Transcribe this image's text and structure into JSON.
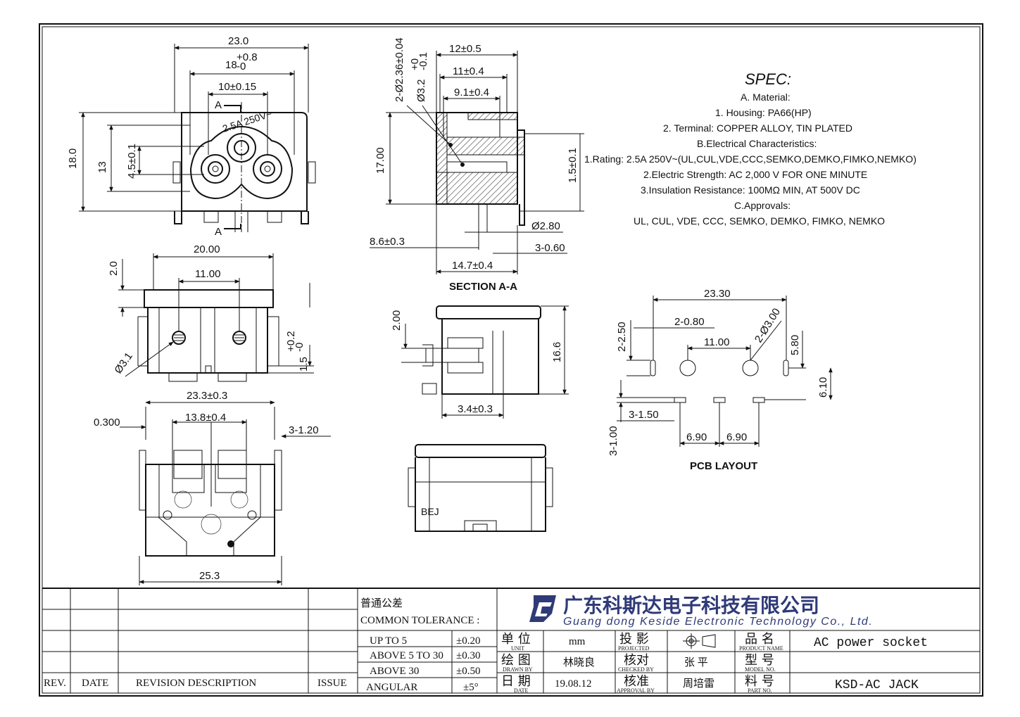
{
  "drawing": {
    "front_view": {
      "dims": [
        "23.0",
        "18",
        "+0.8",
        "-0",
        "10±0.15",
        "18.0",
        "13",
        "4.5±0.1",
        "2.5A 250V~"
      ],
      "section_marks": [
        "A",
        "A"
      ]
    },
    "top_view": {
      "dims": [
        "20.00",
        "11.00",
        "2.0",
        "Ø3.1",
        "1.5",
        "+0.2",
        "-0"
      ]
    },
    "bottom_view": {
      "dims": [
        "23.3±0.3",
        "13.8±0.4",
        "0.300",
        "3-1.20",
        "25.3"
      ]
    },
    "section_view": {
      "dims": [
        "12±0.5",
        "11±0.4",
        "9.1±0.4",
        "2-Ø2.36±0.04",
        "Ø3.2",
        "+0",
        "-0.1",
        "17.00",
        "1.5±0.1",
        "Ø2.80",
        "8.6±0.3",
        "3-0.60",
        "14.7±0.4"
      ],
      "label": "SECTION A-A"
    },
    "side_view": {
      "dims": [
        "2.00",
        "16.6",
        "3.4±0.3"
      ]
    },
    "pcb_layout": {
      "dims": [
        "23.30",
        "2-0.80",
        "2-Ø3.00",
        "2-2.50",
        "11.00",
        "5.80",
        "6.10",
        "3-1.50",
        "3-1.00",
        "6.90",
        "6.90"
      ],
      "label": "PCB LAYOUT"
    }
  },
  "spec": {
    "title": "SPEC:",
    "lines": [
      "A. Material:",
      "1.  Housing: PA66(HP)",
      "2.  Terminal: COPPER ALLOY, TIN PLATED",
      "B.Electrical Characteristics:",
      "1.Rating: 2.5A 250V~(UL,CUL,VDE,CCC,SEMKO,DEMKO,FIMKO,NEMKO)",
      "2.Electric Strength: AC 2,000 V FOR ONE MINUTE",
      "3.Insulation Resistance: 100MΩ MIN, AT 500V DC",
      "C.Approvals:",
      "UL, CUL, VDE, CCC, SEMKO, DEMKO, FIMKO, NEMKO"
    ]
  },
  "title_block": {
    "revision_headers": [
      "REV.",
      "DATE",
      "REVISION  DESCRIPTION",
      "ISSUE"
    ],
    "tolerance": {
      "title_cn": "普通公差",
      "title_en": "COMMON TOLERANCE :",
      "rows": [
        {
          "range": "UP TO 5",
          "value": "±0.20"
        },
        {
          "range": "ABOVE 5 TO 30",
          "value": "±0.30"
        },
        {
          "range": "ABOVE 30",
          "value": "±0.50"
        },
        {
          "range": "ANGULAR",
          "value": "±5°"
        }
      ]
    },
    "company_cn": "广东科斯达电子科技有限公司",
    "company_en": "Guang dong Keside  Electronic Technology Co., Ltd.",
    "fields": {
      "unit_cn": "单 位",
      "unit_en": "UNIT",
      "unit_value": "mm",
      "projected_cn": "投 影",
      "projected_en": "PROJECTED",
      "product_cn": "品 名",
      "product_en": "PRODUCT NAME",
      "product_value": "AC power socket",
      "drawn_cn": "绘 图",
      "drawn_en": "DRAWN BY",
      "drawn_value": "林晓良",
      "checked_cn": "核对",
      "checked_en": "CHECKED BY",
      "checked_value": "张 平",
      "model_cn": "型 号",
      "model_en": "MODEL NO.",
      "model_value": "",
      "date_cn": "日 期",
      "date_en": "DATE",
      "date_value": "19.08.12",
      "approval_cn": "核准",
      "approval_en": "APPROVAL BY",
      "approval_value": "周培雷",
      "part_cn": "料 号",
      "part_en": "PART NO.",
      "part_value": "KSD-AC JACK"
    },
    "logo_color": "#2f3a78"
  }
}
